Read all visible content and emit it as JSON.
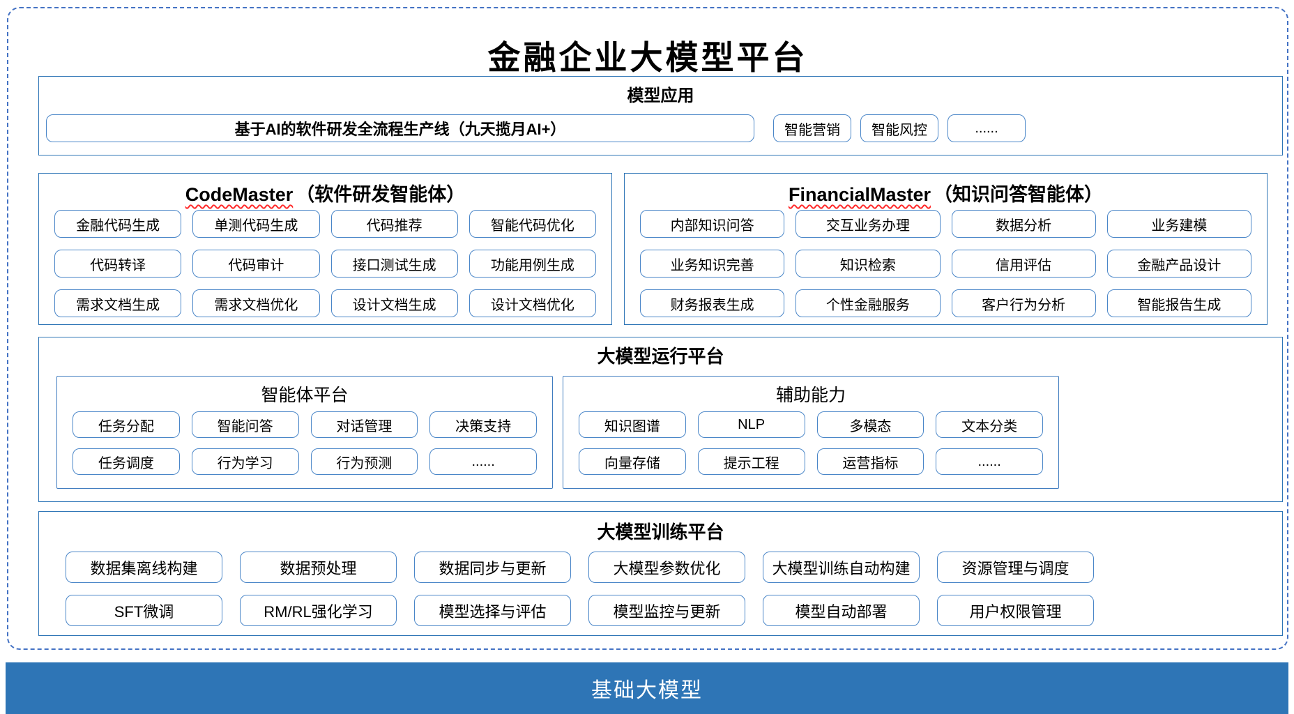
{
  "title": "金融企业大模型平台",
  "colors": {
    "section_border": "#2E75B6",
    "item_border": "#4a86c8",
    "dashed_border": "#4472C4",
    "foundation_bg": "#2E75B6",
    "spellcheck_wavy": "#ff2a2a"
  },
  "sections": {
    "model_app": {
      "header": "模型应用",
      "pipeline": "基于AI的软件研发全流程生产线（九天揽月AI+）",
      "items": [
        "智能营销",
        "智能风控",
        "......"
      ]
    },
    "code_master": {
      "title_en": "CodeMaster",
      "title_zh": "（软件研发智能体）",
      "items": [
        "金融代码生成",
        "单测代码生成",
        "代码推荐",
        "智能代码优化",
        "代码转译",
        "代码审计",
        "接口测试生成",
        "功能用例生成",
        "需求文档生成",
        "需求文档优化",
        "设计文档生成",
        "设计文档优化"
      ]
    },
    "financial_master": {
      "title_en": "FinancialMaster",
      "title_zh": "（知识问答智能体）",
      "items": [
        "内部知识问答",
        "交互业务办理",
        "数据分析",
        "业务建模",
        "业务知识完善",
        "知识检索",
        "信用评估",
        "金融产品设计",
        "财务报表生成",
        "个性金融服务",
        "客户行为分析",
        "智能报告生成"
      ]
    },
    "runtime": {
      "header": "大模型运行平台",
      "agent_platform": {
        "header": "智能体平台",
        "items": [
          "任务分配",
          "智能问答",
          "对话管理",
          "决策支持",
          "任务调度",
          "行为学习",
          "行为预测",
          "......"
        ]
      },
      "aux_ability": {
        "header": "辅助能力",
        "items": [
          "知识图谱",
          "NLP",
          "多模态",
          "文本分类",
          "向量存储",
          "提示工程",
          "运营指标",
          "......"
        ]
      }
    },
    "training": {
      "header": "大模型训练平台",
      "items": [
        "数据集离线构建",
        "数据预处理",
        "数据同步与更新",
        "大模型参数优化",
        "大模型训练自动构建",
        "资源管理与调度",
        "SFT微调",
        "RM/RL强化学习",
        "模型选择与评估",
        "模型监控与更新",
        "模型自动部署",
        "用户权限管理"
      ]
    },
    "foundation": {
      "label": "基础大模型"
    }
  }
}
